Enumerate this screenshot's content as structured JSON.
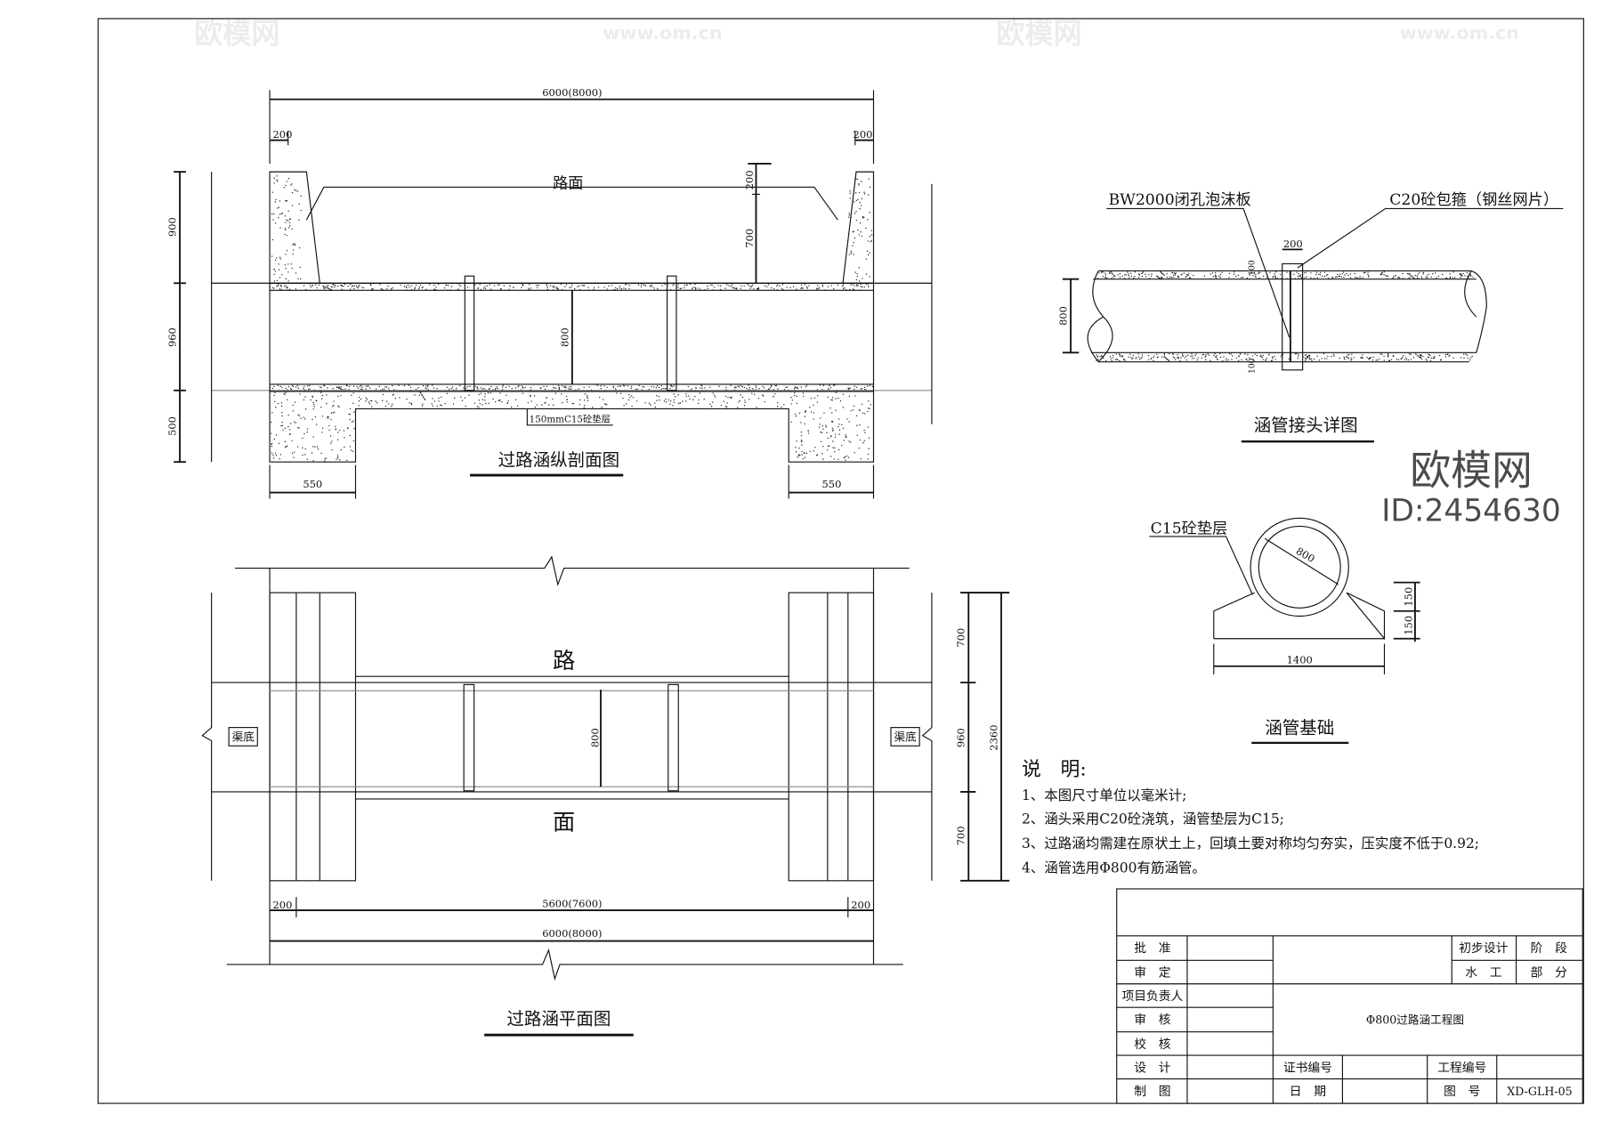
{
  "section_view": {
    "title": "过路涵纵剖面图",
    "road_label": "路面",
    "dim_total": "6000(8000)",
    "dim_wall_left": "200",
    "dim_wall_right": "200",
    "dim_heights": [
      "900",
      "960",
      "500"
    ],
    "dim_cover_top": "200",
    "dim_cover": "700",
    "dim_pipe": "800",
    "bedding_label": "150mmC15砼垫层",
    "dim_footing_left": "550",
    "dim_footing_right": "550"
  },
  "plan_view": {
    "title": "过路涵平面图",
    "road_label_top": "路",
    "road_label_bottom": "面",
    "channel_label_left": "渠底",
    "channel_label_right": "渠底",
    "dim_pipe": "800",
    "dim_right": [
      "700",
      "960",
      "700"
    ],
    "dim_right_total": "2360",
    "dim_wall_left": "200",
    "dim_inner": "5600(7600)",
    "dim_wall_right": "200",
    "dim_total": "6000(8000)"
  },
  "joint_detail": {
    "title": "涵管接头详图",
    "foam_label": "BW2000闭孔泡沫板",
    "collar_label": "C20砼包箍（钢丝网片）",
    "dim_collar": "200",
    "dim_top": "100",
    "dim_bottom": "100",
    "dim_pipe": "800"
  },
  "foundation_detail": {
    "title": "涵管基础",
    "bedding_label": "C15砼垫层",
    "dim_diameter": "800",
    "dim_width": "1400",
    "dim_heights": [
      "150",
      "150"
    ]
  },
  "notes": {
    "heading": "说　明:",
    "items": [
      "1、本图尺寸单位以毫米计;",
      "2、涵头采用C20砼浇筑，涵管垫层为C15;",
      "3、过路涵均需建在原状土上，回填土要对称均匀夯实，压实度不低于0.92;",
      "4、涵管选用Φ800有筋涵管。"
    ]
  },
  "title_block": {
    "roles": [
      "批　准",
      "审　定",
      "项目负责人",
      "审　核",
      "校　核",
      "设　计",
      "制　图"
    ],
    "stage_value": "初步设计",
    "stage_label": "阶　段",
    "part_value": "水　工",
    "part_label": "部　分",
    "drawing_title": "Φ800过路涵工程图",
    "cert_label": "证书编号",
    "project_no_label": "工程编号",
    "date_label": "日　期",
    "drawing_no_label": "图　号",
    "drawing_no": "XD-GLH-05"
  },
  "watermark": {
    "brand": "欧模网",
    "site": "www.om.cn",
    "id": "ID:2454630"
  }
}
